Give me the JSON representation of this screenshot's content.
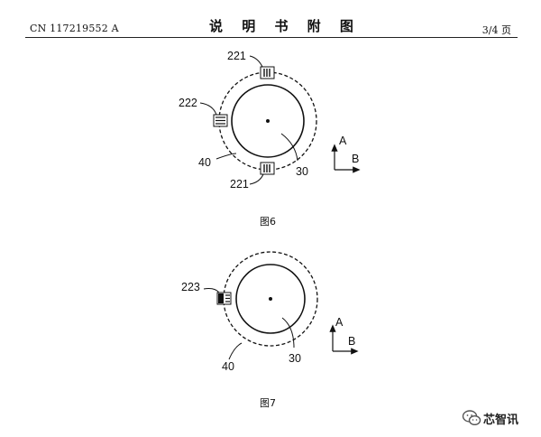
{
  "header": {
    "left": "CN 117219552 A",
    "center": "说 明 书 附 图",
    "right": "3/4 页"
  },
  "figure6": {
    "caption": "图6",
    "labels": {
      "top_element": "221",
      "left_element": "222",
      "bottom_element": "221",
      "outer_ring": "40",
      "inner_circle": "30",
      "axis_vertical": "A",
      "axis_horizontal": "B"
    }
  },
  "figure7": {
    "caption": "图7",
    "labels": {
      "left_element": "223",
      "outer_ring": "40",
      "inner_circle": "30",
      "axis_vertical": "A",
      "axis_horizontal": "B"
    }
  },
  "watermark": {
    "text": "芯智讯",
    "icon": "wechat-logo-icon"
  }
}
